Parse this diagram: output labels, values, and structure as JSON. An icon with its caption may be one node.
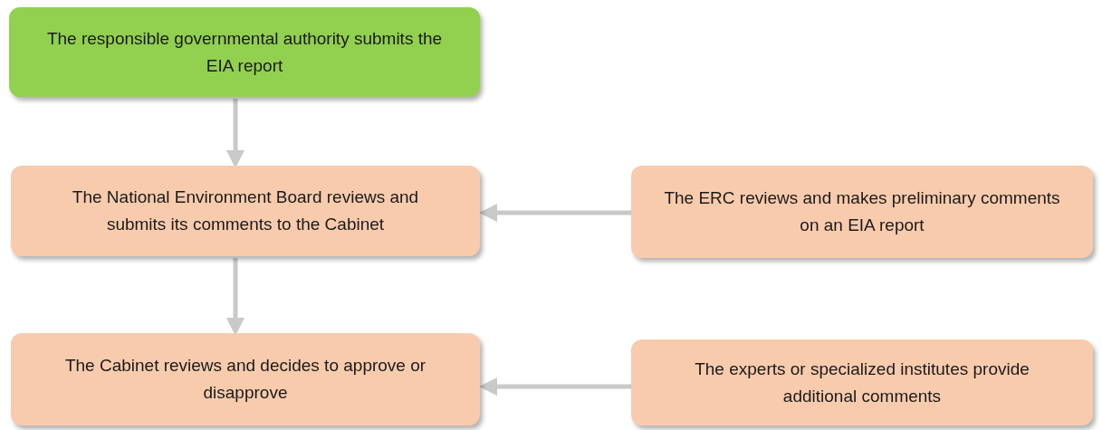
{
  "diagram": {
    "nodes": [
      {
        "text": [
          "The responsible governmental authority submits the EIA report"
        ]
      },
      {
        "text": [
          "The National Environment Board reviews and submits its comments to the Cabinet"
        ]
      },
      {
        "text": [
          "The ERC reviews and makes preliminary comments on an EIA report"
        ]
      },
      {
        "text": [
          "The Cabinet reviews and decides to approve or disapprove"
        ]
      },
      {
        "text": [
          "The experts or specialized institutes provide additional comments"
        ]
      }
    ],
    "edges": [
      {
        "from": 0,
        "to": 1,
        "arrow": "to"
      },
      {
        "from": 2,
        "to": 1,
        "arrow": "to"
      },
      {
        "from": 1,
        "to": 3,
        "arrow": "to"
      },
      {
        "from": 4,
        "to": 3,
        "arrow": "to"
      }
    ]
  }
}
